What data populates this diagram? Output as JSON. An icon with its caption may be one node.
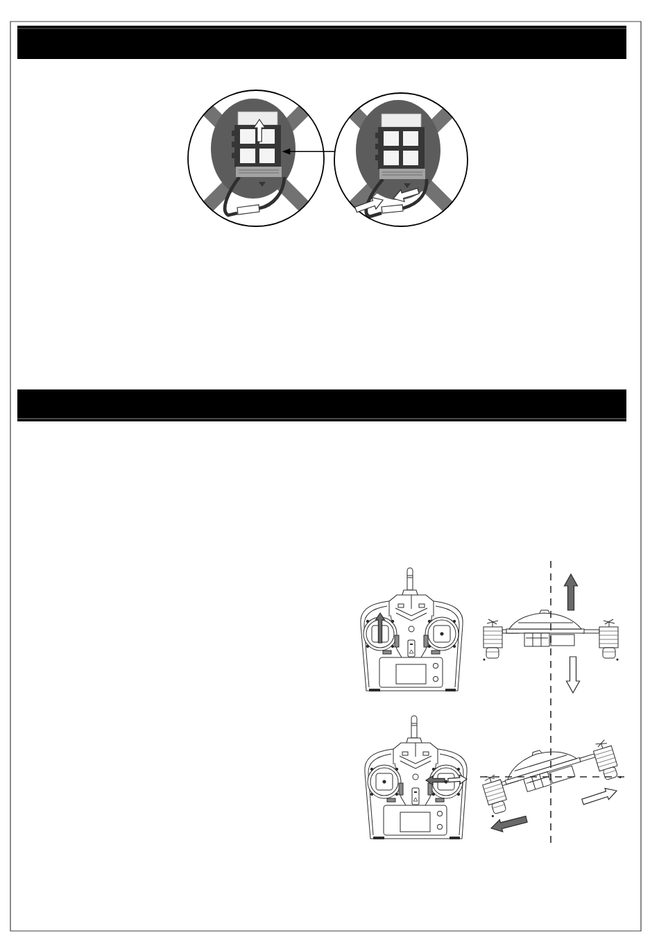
{
  "diagram": {
    "nodes": [
      {
        "text": [],
        "shape": "picture"
      },
      {
        "text": [],
        "shape": "picture",
        "in": 0
      },
      {
        "text": [],
        "shape": "picture"
      }
    ],
    "edges": [
      {
        "from": 2,
        "to": 1,
        "arrow": "to"
      }
    ]
  }
}
